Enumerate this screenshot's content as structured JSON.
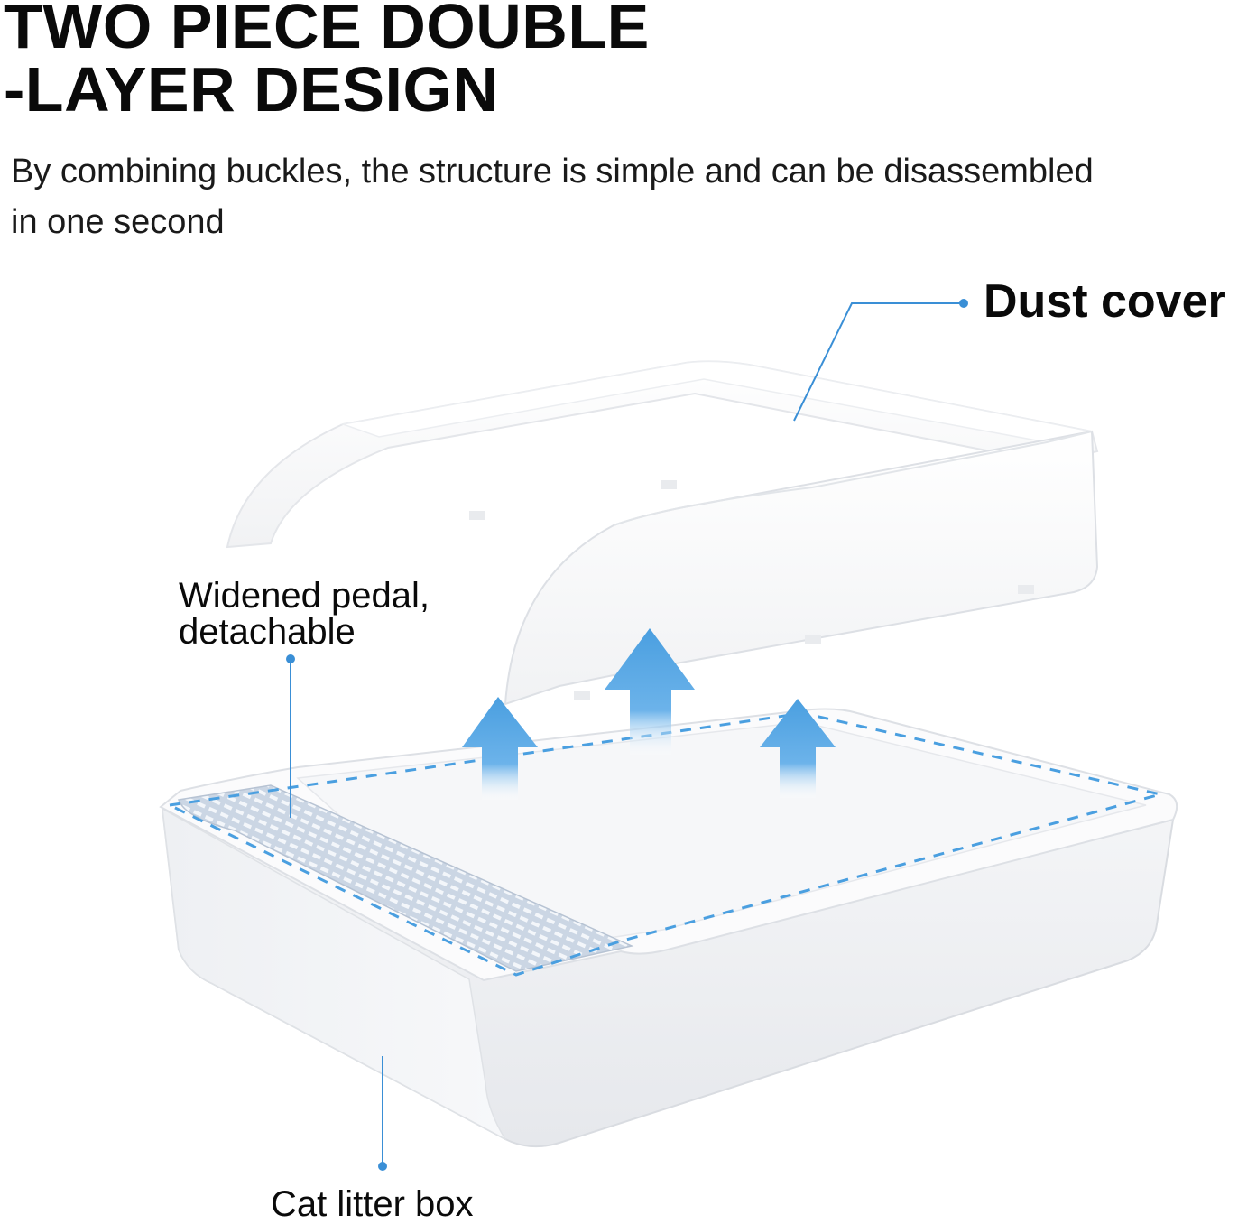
{
  "headline": {
    "line1": "TWO PIECE DOUBLE",
    "line2": "-LAYER DESIGN"
  },
  "subtitle": "By combining buckles, the structure is simple and can be disassembled in one second",
  "callouts": {
    "dust_cover": "Dust cover",
    "pedal": "Widened pedal, detachable",
    "litter_box": "Cat litter box"
  },
  "colors": {
    "accent_blue": "#4a9fe0",
    "leader_line": "#3a8fd6",
    "text": "#0a0a0a"
  },
  "icons": [
    "up-arrow-icon",
    "leader-dot-icon"
  ]
}
